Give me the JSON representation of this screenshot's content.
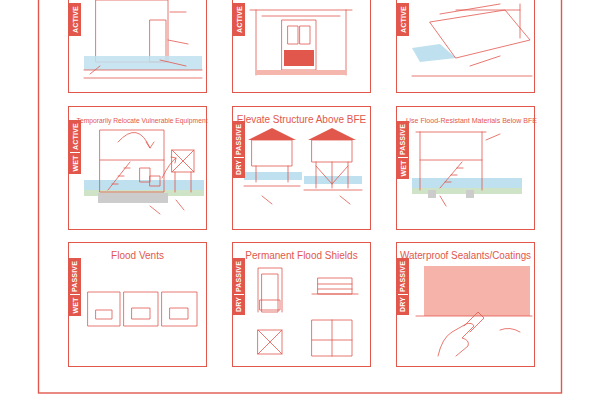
{
  "diagram": {
    "nodes": [
      {
        "text": [
          "ACTIVE"
        ]
      },
      {
        "text": [
          "ACTIVE"
        ]
      },
      {
        "text": [
          "ACTIVE"
        ]
      },
      {
        "text": [
          "Temporarily Relocate Vulnerable Equipment",
          "ACTIVE",
          "WET"
        ]
      },
      {
        "text": [
          "Elevate Structure Above BFE",
          "PASSIVE",
          "DRY"
        ]
      },
      {
        "text": [
          "Use Flood-Resistant Materials Below BFE",
          "PASSIVE",
          "WET"
        ]
      },
      {
        "text": [
          "Flood Vents",
          "PASSIVE",
          "WET"
        ]
      },
      {
        "text": [
          "Permanent Flood Shields",
          "PASSIVE",
          "DRY"
        ]
      },
      {
        "text": [
          "Waterproof Sealants/Coatings",
          "PASSIVE",
          "DRY"
        ]
      }
    ]
  }
}
